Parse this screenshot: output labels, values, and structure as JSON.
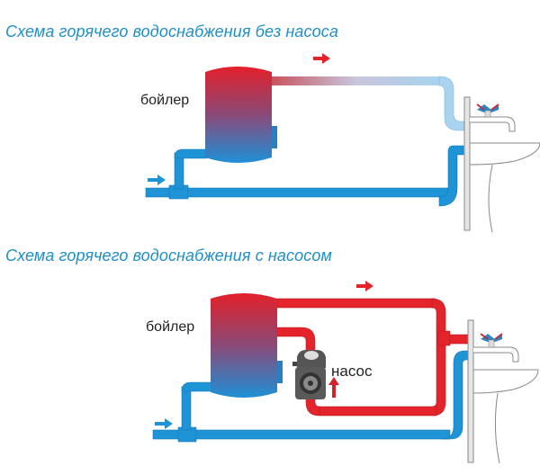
{
  "diagrams": [
    {
      "title": "Схема горячего водоснабжения без насоса",
      "boiler_label": "бойлер"
    },
    {
      "title": "Схема горячего водоснабжения с насосом",
      "boiler_label": "бойлер",
      "pump_label": "насос"
    }
  ],
  "colors": {
    "title": "#1f8fc6",
    "hot": "#e3242b",
    "cold": "#1e93d6",
    "cold_light": "#a9d3ef",
    "pump": "#555555"
  }
}
